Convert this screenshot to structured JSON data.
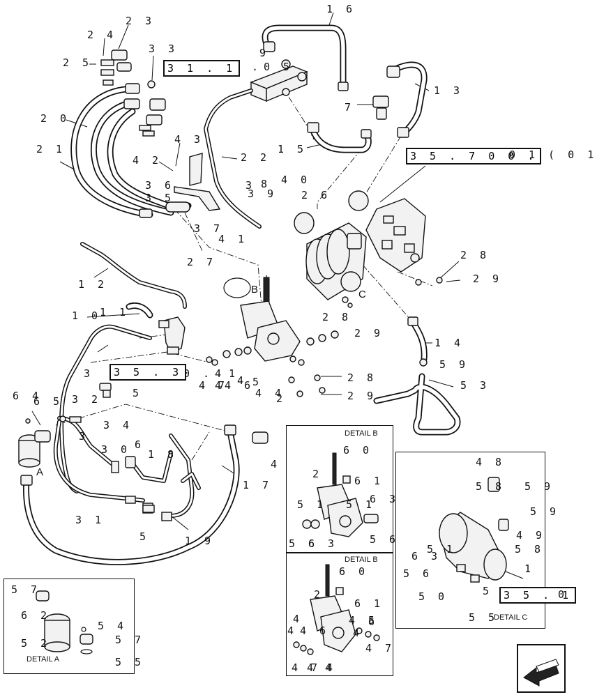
{
  "callouts": [
    "1",
    "1",
    "2",
    "2",
    "3",
    "3",
    "3",
    "4",
    "4",
    "4",
    "4",
    "5",
    "5",
    "5",
    "6",
    "7",
    "8",
    "9",
    "10",
    "11",
    "12",
    "13",
    "14",
    "15",
    "16",
    "17",
    "18",
    "19",
    "20",
    "21",
    "22",
    "23",
    "24",
    "25",
    "26",
    "27",
    "28",
    "28",
    "28",
    "29",
    "29",
    "29",
    "30",
    "31",
    "32",
    "33",
    "34",
    "35",
    "36",
    "37",
    "38",
    "39",
    "40",
    "41",
    "42",
    "43",
    "44",
    "45",
    "46",
    "47",
    "48",
    "49",
    "50",
    "51",
    "52",
    "53",
    "54",
    "55",
    "56",
    "57",
    "58",
    "59",
    "60",
    "61",
    "62",
    "63",
    "64",
    "65"
  ],
  "labels": {
    "l16": "1 6",
    "l23": "2 3",
    "l24": "2 4",
    "l33": "3 3",
    "l25": "2 5",
    "l9": "9",
    "l4a": "4 .",
    "l05": "0 5",
    "l13": "1 3",
    "l7": "7",
    "l20": "2 0",
    "l15": "1 5",
    "l21": "2 1",
    "l43": "4 3",
    "l42": "4 2",
    "l22": "2 2",
    "l36": "3 6",
    "l3a": "3",
    "l8a": "8",
    "l39": "3 9",
    "l40": "4 0",
    "l35": "3 5",
    "l26": "2 6",
    "l37": "3 7",
    "l41": "4 1",
    "l28a": "2 8",
    "l29a": "2 9",
    "l12": "1 2",
    "l27": "2 7",
    "lB": "B",
    "lC": "C",
    "l11": "1 1",
    "l28b": "2 8",
    "l10": "1 0",
    "l29b": "2 9",
    "l14": "1 4",
    "l59a": "5 9",
    "l80": "8",
    "l0": "0 .",
    "l41b": "4",
    "l47a": "4 7",
    "l4b": "4",
    "l46": "4 6",
    "l1a": "1",
    "l4c": "4",
    "l5a": "5",
    "l44": "4 4",
    "l2a": "2",
    "l28c": "2 8",
    "l29c": "2 9",
    "l3b": "3",
    "l5b": "5",
    "l53": "5 3",
    "l64": "6 4",
    "l65": "6 5",
    "l32": "3 2",
    "l34": "3 4",
    "l3c": "3",
    "l30": "3 0",
    "l6": "6",
    "l18": "1 8",
    "l17": "1 7",
    "l4d": "4",
    "lA": "A",
    "l31": "3 1",
    "l5c": "5",
    "l19": "1 9"
  },
  "refs": {
    "r311": "3 1 . 1",
    "r35700": "3 5 . 7 0 0 .",
    "r35700_suffix": "0 1 ( 0 1",
    "r353": "3 5 . 3",
    "r3510": "3 5 . 1",
    "r3510_suffix": "0"
  },
  "detail_b1": {
    "title": "DETAIL B",
    "labels": {
      "d60": "6 0",
      "d2": "2",
      "d61": "6 1",
      "d51a": "5 1",
      "d51b": "5 1",
      "d63a": "6 3",
      "d56a": "5 6",
      "d63b": "6 3",
      "d56b": "5 6"
    }
  },
  "detail_b2": {
    "title": "DETAIL B",
    "labels": {
      "e60": "6 0",
      "e2": "2",
      "e61": "6 1",
      "e4a": "4",
      "e45": "4 5",
      "e46a": "4 6",
      "e4b": "4",
      "e4c": "4",
      "e47a": "4 7",
      "e47b": "4 7",
      "e44": "4 4",
      "e4d": "4",
      "e56": "6"
    }
  },
  "detail_c": {
    "title": "DETAIL C",
    "labels": {
      "c48": "4 8",
      "c58a": "5 8",
      "c59a": "5 9",
      "c59b": "5 9",
      "c49": "4 9",
      "c58b": "5 8",
      "c51": "5 1",
      "c63": "6 3",
      "c56": "5 6",
      "c1": "1",
      "c50": "5 0",
      "c5": "5",
      "c55": "5 5"
    }
  },
  "detail_a": {
    "title": "DETAIL A",
    "labels": {
      "a57a": "5 7",
      "a62": "6 2",
      "a54": "5 4",
      "a57b": "5 7",
      "a52": "5 2",
      "a55": "5 5"
    }
  },
  "nav": {
    "icon": "next-page-arrow-icon"
  }
}
